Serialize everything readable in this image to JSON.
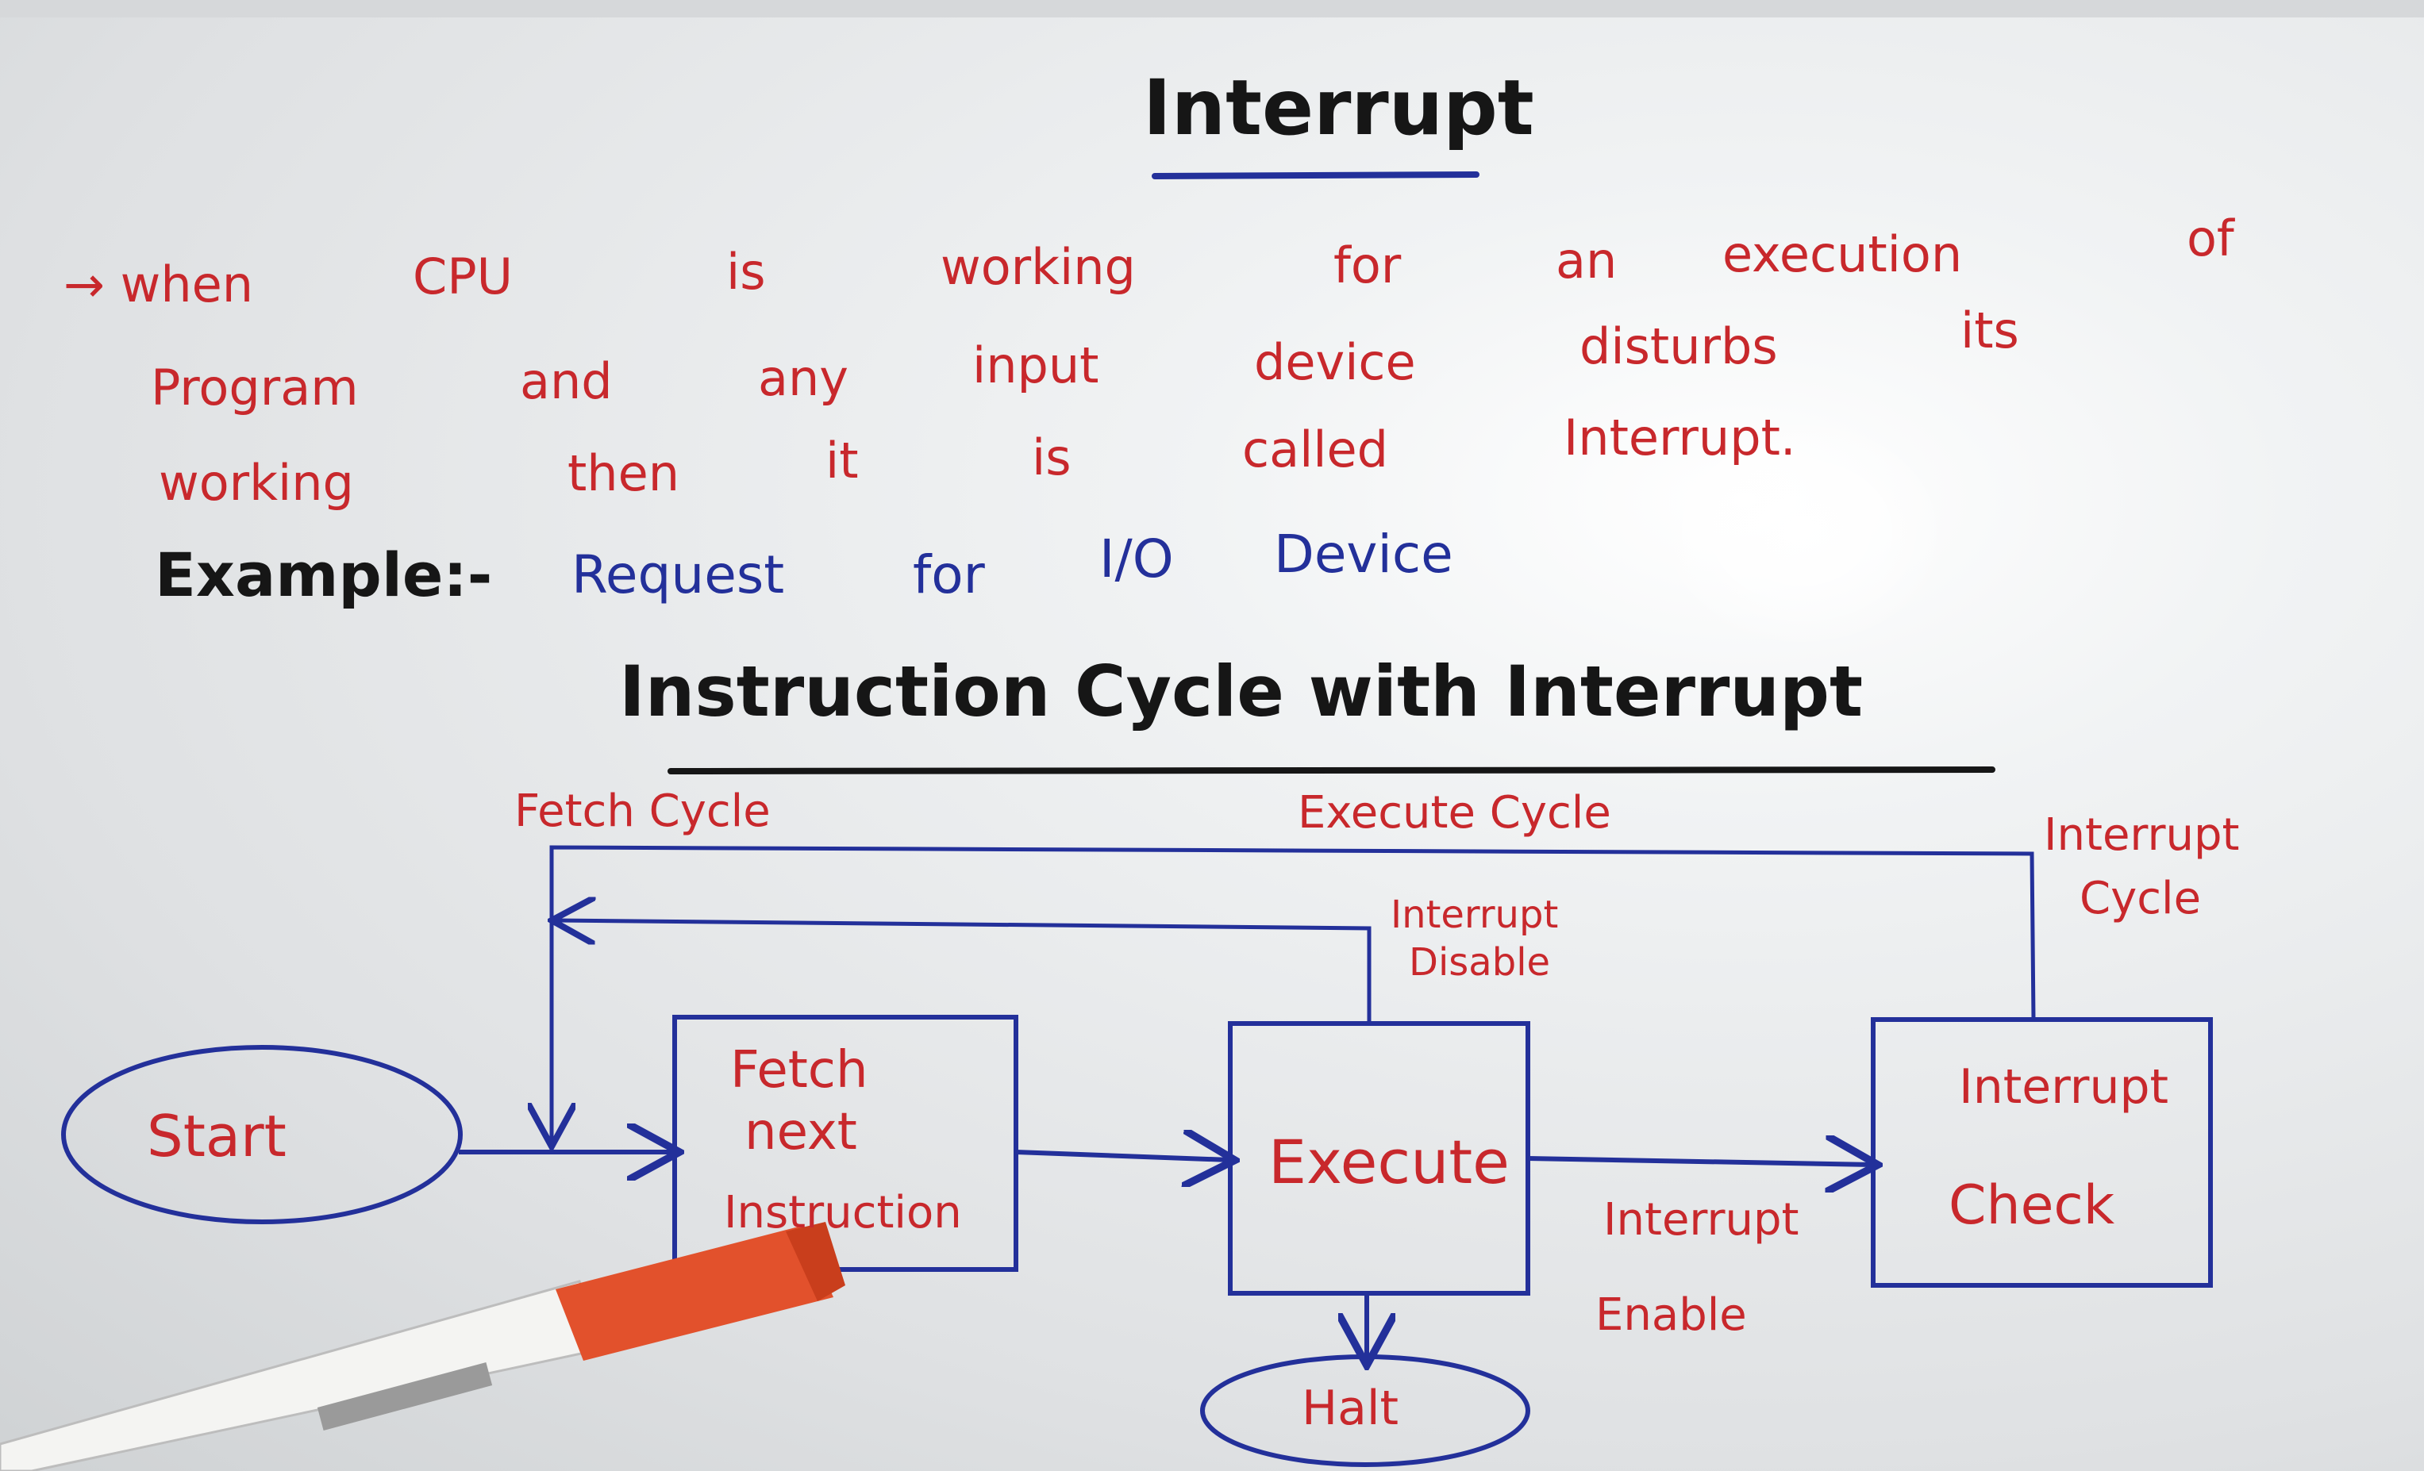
{
  "header": {
    "title": "Interrupt"
  },
  "definition": {
    "line1": [
      {
        "text": "→ when"
      },
      {
        "text": "CPU"
      },
      {
        "text": "is"
      },
      {
        "text": "working"
      },
      {
        "text": "for"
      },
      {
        "text": "an"
      },
      {
        "text": "execution"
      },
      {
        "text": "of"
      }
    ],
    "line2": [
      {
        "text": "Program"
      },
      {
        "text": "and"
      },
      {
        "text": "any"
      },
      {
        "text": "input"
      },
      {
        "text": "device"
      },
      {
        "text": "disturbs"
      },
      {
        "text": "its"
      }
    ],
    "line3": [
      {
        "text": "working"
      },
      {
        "text": "then"
      },
      {
        "text": "it"
      },
      {
        "text": "is"
      },
      {
        "text": "called"
      },
      {
        "text": "Interrupt."
      }
    ]
  },
  "example": {
    "label": "Example:-",
    "words": [
      {
        "text": "Request"
      },
      {
        "text": "for"
      },
      {
        "text": "I/O"
      },
      {
        "text": "Device"
      }
    ]
  },
  "cycle": {
    "title": "Instruction Cycle with Interrupt",
    "labels": {
      "fetch_cycle": "Fetch Cycle",
      "execute_cycle": "Execute Cycle",
      "interrupt_cycle_1": "Interrupt",
      "interrupt_cycle_2": "Cycle",
      "interrupt_disable_1": "Interrupt",
      "interrupt_disable_2": "Disable",
      "interrupt_enable_1": "Interrupt",
      "interrupt_enable_2": "Enable"
    },
    "nodes": {
      "start": "Start",
      "fetch_1": "Fetch",
      "fetch_2": "next",
      "fetch_3": "Instruction",
      "execute": "Execute",
      "check_1": "Interrupt",
      "check_2": "Check",
      "halt": "Halt"
    }
  },
  "colors": {
    "red_marker": "#c8282c",
    "blue_marker": "#23309a",
    "black_marker": "#161616",
    "board": "#e6e8ea"
  }
}
